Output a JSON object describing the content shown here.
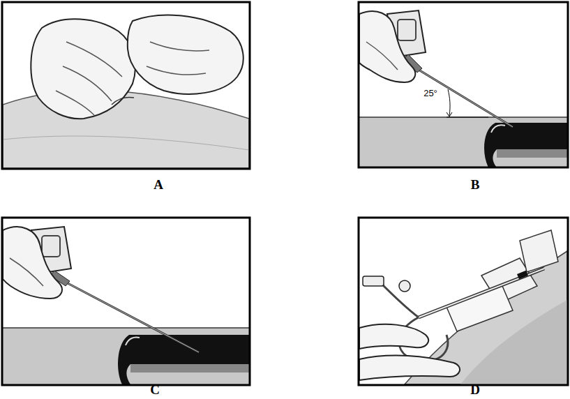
{
  "diagram": {
    "labels": [
      "A",
      "B",
      "C",
      "D",
      "25°"
    ]
  }
}
